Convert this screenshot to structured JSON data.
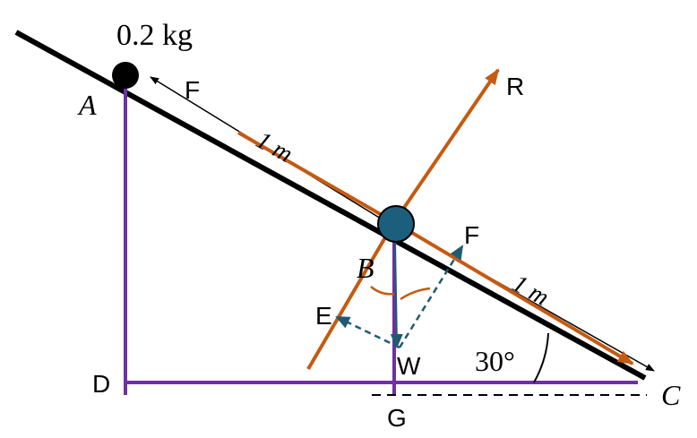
{
  "labels": {
    "mass": "0.2 kg",
    "point_a": "A",
    "point_b": "B",
    "point_c": "C",
    "point_d": "D",
    "point_e": "E",
    "point_g": "G",
    "force_f_top": "F",
    "force_f_right": "F",
    "reaction": "R",
    "weight": "W",
    "distance_upper": "1 m",
    "distance_lower": "1 m",
    "angle": "30°"
  },
  "colors": {
    "incline": "#000000",
    "purple": "#7030a0",
    "orange": "#c55a11",
    "teal": "#1f5a73",
    "ball_b": "#1b5f7d",
    "ball_a": "#000000"
  }
}
